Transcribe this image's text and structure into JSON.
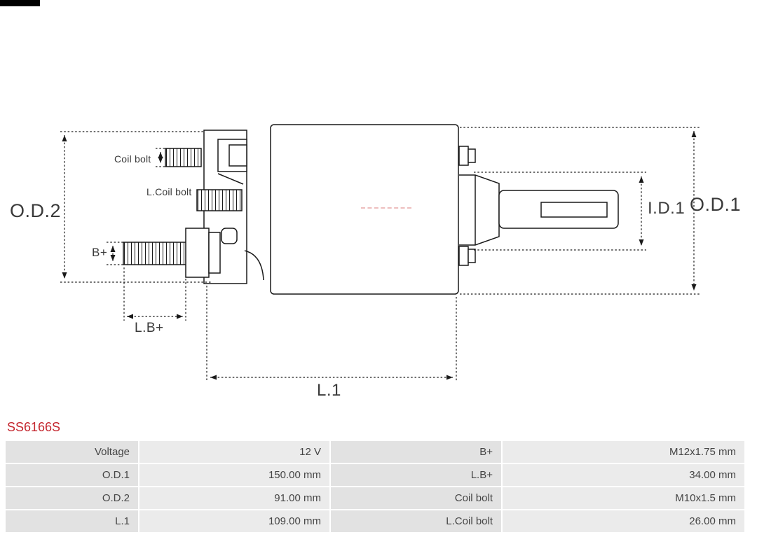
{
  "diagram": {
    "labels": {
      "od2": "O.D.2",
      "od1": "O.D.1",
      "id1": "I.D.1",
      "l1": "L.1",
      "lbplus": "L.B+",
      "bplus": "B+",
      "coil_bolt": "Coil bolt",
      "l_coil_bolt": "L.Coil bolt"
    }
  },
  "product": {
    "code": "SS6166S",
    "accent_color": "#c4262e"
  },
  "spec_table": {
    "rows": [
      {
        "label1": "Voltage",
        "value1": "12 V",
        "label2": "B+",
        "value2": "M12x1.75 mm"
      },
      {
        "label1": "O.D.1",
        "value1": "150.00 mm",
        "label2": "L.B+",
        "value2": "34.00 mm"
      },
      {
        "label1": "O.D.2",
        "value1": "91.00 mm",
        "label2": "Coil bolt",
        "value2": "M10x1.5 mm"
      },
      {
        "label1": "L.1",
        "value1": "109.00 mm",
        "label2": "L.Coil bolt",
        "value2": "26.00 mm"
      }
    ]
  }
}
